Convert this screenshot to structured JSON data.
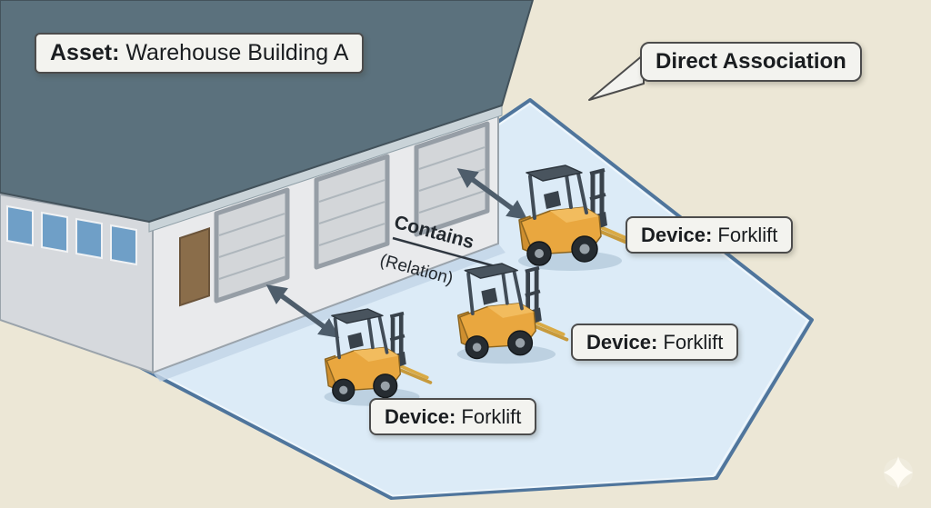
{
  "labels": {
    "asset": {
      "prefix": "Asset:",
      "text": " Warehouse Building A"
    },
    "association": {
      "text": "Direct Association"
    },
    "relation": {
      "title": "Contains",
      "subtitle": "(Relation)"
    },
    "devices": [
      {
        "prefix": "Device:",
        "text": " Forklift"
      },
      {
        "prefix": "Device:",
        "text": " Forklift"
      },
      {
        "prefix": "Device:",
        "text": " Forklift"
      }
    ]
  },
  "icons": {
    "sparkle": "four-point-sparkle",
    "arrow": "double-headed-arrow"
  },
  "colors": {
    "background": "#ece7d6",
    "zone_fill": "#dcebf7",
    "zone_border": "#4f759c",
    "zone_inner_edge": "#eef6fc",
    "roof": "#5b717d",
    "front_wall": "#e9eaec",
    "side_wall": "#d6d9dd",
    "window": "#6f9fc7",
    "entry_door": "#8a6d4a",
    "garage_door": "#d3d6d9",
    "forklift_body": "#e9a73f",
    "forklift_frame": "#414c57",
    "fork": "#d9aa45",
    "arrow": "#4e5d6b",
    "label_background": "#f3f3ef",
    "label_border": "#4c4c4c",
    "text": "#1a1d20"
  }
}
